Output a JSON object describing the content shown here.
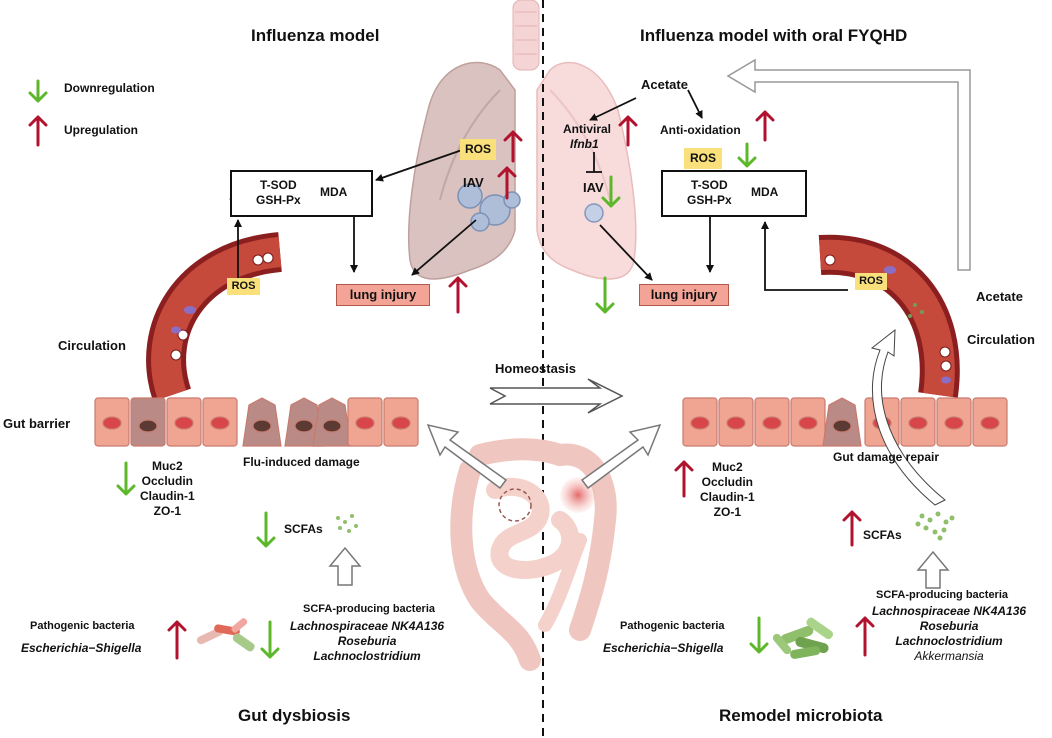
{
  "titles": {
    "left": "Influenza model",
    "right": "Influenza model with oral FYQHD",
    "bottom_left": "Gut dysbiosis",
    "bottom_right": "Remodel microbiota"
  },
  "legend": {
    "down": "Downregulation",
    "up": "Upregulation",
    "colors": {
      "down": "#5cb82a",
      "up": "#b1122e"
    }
  },
  "left": {
    "ros": "ROS",
    "ros_vessel": "ROS",
    "iav": "IAV",
    "box_markers": [
      "T-SOD",
      "GSH-Px"
    ],
    "box_mda": "MDA",
    "lung_injury": "lung injury",
    "circulation": "Circulation",
    "gut_barrier": "Gut barrier",
    "proteins": [
      "Muc2",
      "Occludin",
      "Claudin-1",
      "ZO-1"
    ],
    "damage": "Flu-induced damage",
    "scfas": "SCFAs",
    "pathogenic_label": "Pathogenic bacteria",
    "pathogenic_species": "Escherichia−Shigella",
    "scfa_bacteria_label": "SCFA-producing bacteria",
    "scfa_species": [
      "Lachnospiraceae NK4A136",
      "Roseburia",
      "Lachnoclostridium"
    ]
  },
  "center": {
    "homeostasis": "Homeostasis"
  },
  "right": {
    "acetate_top": "Acetate",
    "antiviral": "Antiviral",
    "ifnb1": "Ifnb1",
    "anti_oxidation": "Anti-oxidation",
    "ros": "ROS",
    "ros_vessel": "ROS",
    "iav": "IAV",
    "box_markers": [
      "T-SOD",
      "GSH-Px"
    ],
    "box_mda": "MDA",
    "lung_injury": "lung injury",
    "acetate_side": "Acetate",
    "circulation": "Circulation",
    "repair": "Gut damage repair",
    "proteins": [
      "Muc2",
      "Occludin",
      "Claudin-1",
      "ZO-1"
    ],
    "scfas": "SCFAs",
    "pathogenic_label": "Pathogenic bacteria",
    "pathogenic_species": "Escherichia−Shigella",
    "scfa_bacteria_label": "SCFA-producing bacteria",
    "scfa_species": [
      "Lachnospiraceae NK4A136",
      "Roseburia",
      "Lachnoclostridium"
    ],
    "scfa_extra": "Akkermansia"
  }
}
